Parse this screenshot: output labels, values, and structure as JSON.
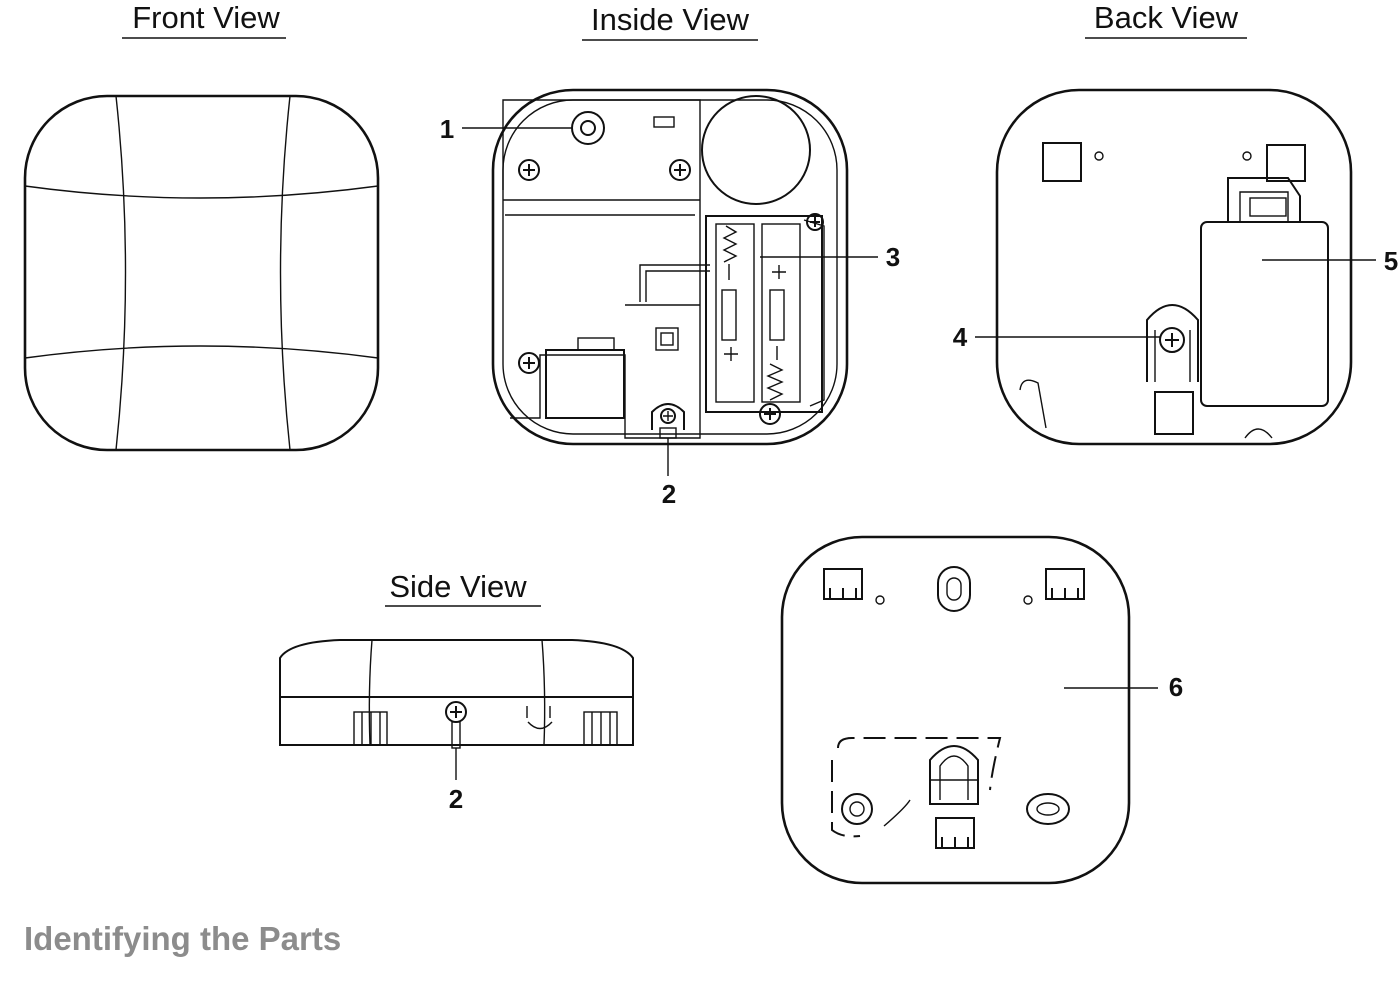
{
  "views": {
    "front": "Front View",
    "inside": "Inside View",
    "back": "Back View",
    "side": "Side View"
  },
  "callouts": {
    "c1": "1",
    "c2_inside": "2",
    "c2_side": "2",
    "c3": "3",
    "c4": "4",
    "c5": "5",
    "c6": "6"
  },
  "section_heading": "Identifying the Parts",
  "colors": {
    "line": "#111111",
    "heading": "#8c8c8c",
    "background": "#ffffff"
  }
}
